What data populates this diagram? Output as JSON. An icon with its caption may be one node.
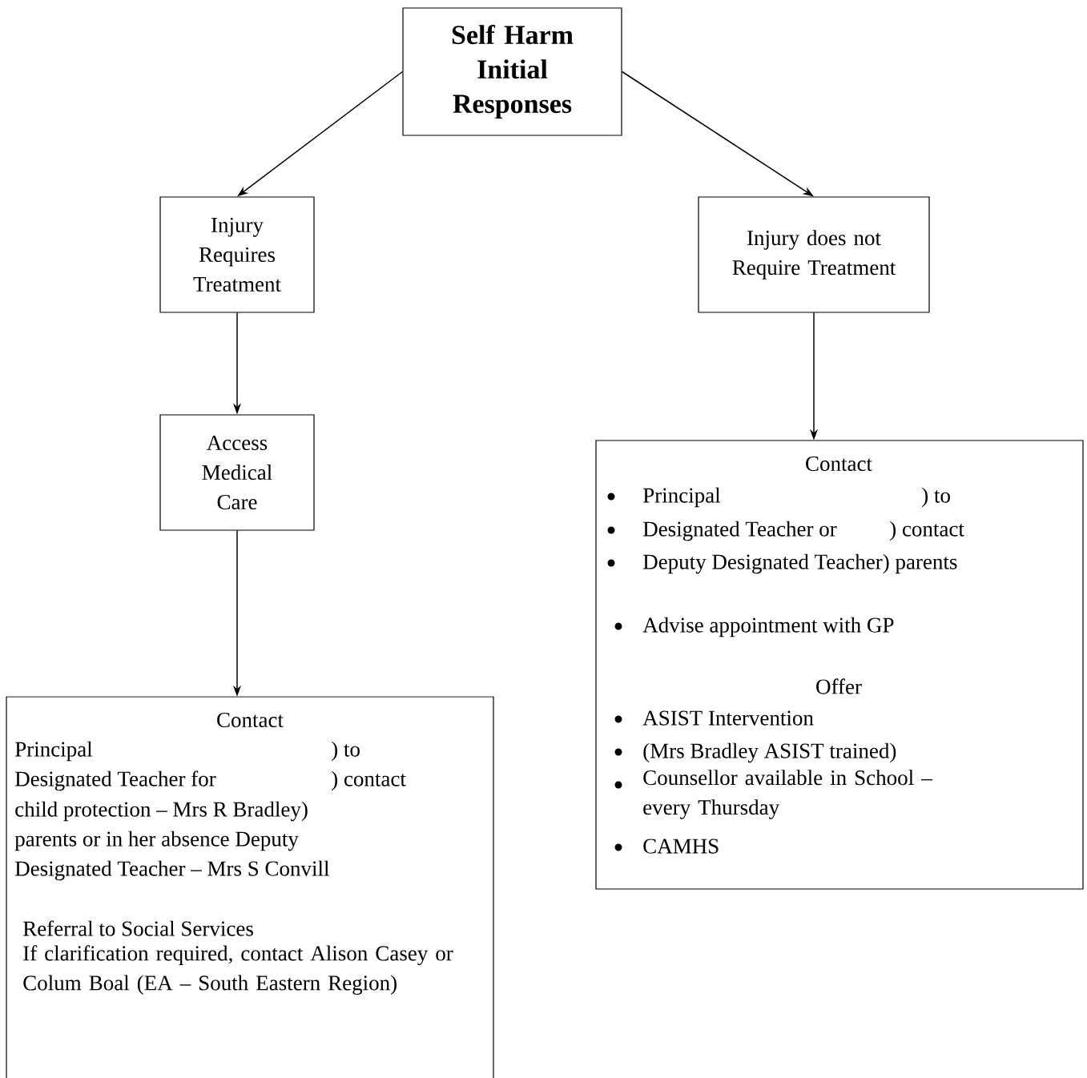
{
  "diagram": {
    "nodes": [
      {
        "text": [
          "Self Harm Initial Responses"
        ]
      },
      {
        "text": [
          "Injury Requires Treatment"
        ]
      },
      {
        "text": [
          "Injury does not Require Treatment"
        ]
      },
      {
        "text": [
          "Access Medical Care"
        ]
      },
      {
        "text": [
          "Contact",
          "Principal",
          ") to",
          "Designated Teacher for",
          ") contact",
          "child protection – Mrs R Bradley)",
          "parents or in her absence Deputy",
          "Designated Teacher – Mrs S Convill",
          "Referral to Social Services",
          "If clarification required, contact Alison Casey or Colum Boal (EA – South Eastern Region)"
        ]
      },
      {
        "text": [
          "Contact",
          "Principal",
          ") to",
          "Designated Teacher or",
          ") contact",
          "Deputy Designated Teacher) parents",
          "Advise appointment with GP",
          "Offer",
          "ASIST Intervention",
          "(Mrs Bradley ASIST trained)",
          "Counsellor available in School – every Thursday",
          "CAMHS"
        ]
      }
    ],
    "edges": [
      {
        "from": 0,
        "to": 1,
        "arrow": "to"
      },
      {
        "from": 0,
        "to": 2,
        "arrow": "to"
      },
      {
        "from": 1,
        "to": 3,
        "arrow": "to"
      },
      {
        "from": 3,
        "to": 4,
        "arrow": "to"
      },
      {
        "from": 2,
        "to": 5,
        "arrow": "to"
      }
    ]
  }
}
